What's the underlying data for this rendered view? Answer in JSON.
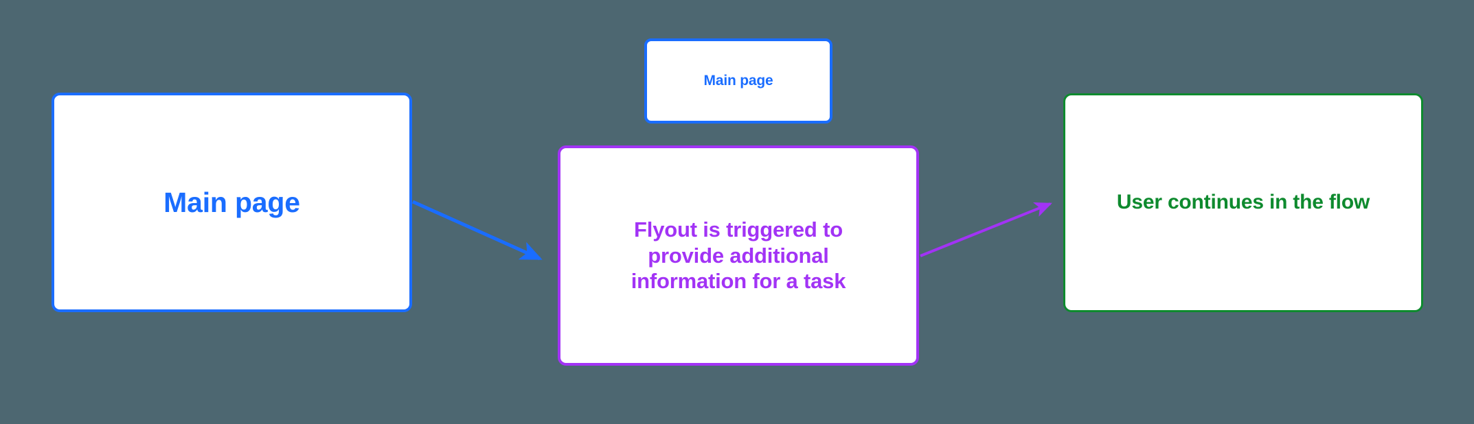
{
  "diagram": {
    "background_color": "#4D6771",
    "nodes": [
      {
        "id": "main-page-large",
        "label": "Main page",
        "color": "#1A6DFF"
      },
      {
        "id": "main-page-small",
        "label": "Main page",
        "color": "#1A6DFF"
      },
      {
        "id": "flyout",
        "label": "Flyout is triggered to\nprovide additional\ninformation for a task",
        "color": "#A233F5"
      },
      {
        "id": "user-continues",
        "label": "User continues in the flow",
        "color": "#0E8A2E"
      }
    ],
    "connectors": [
      {
        "id": "main-page-to-flyout",
        "color": "#1A6DFF",
        "from": "main-page-large",
        "to": "flyout"
      },
      {
        "id": "flyout-to-user-continues",
        "color": "#A233F5",
        "from": "flyout",
        "to": "user-continues"
      }
    ]
  }
}
